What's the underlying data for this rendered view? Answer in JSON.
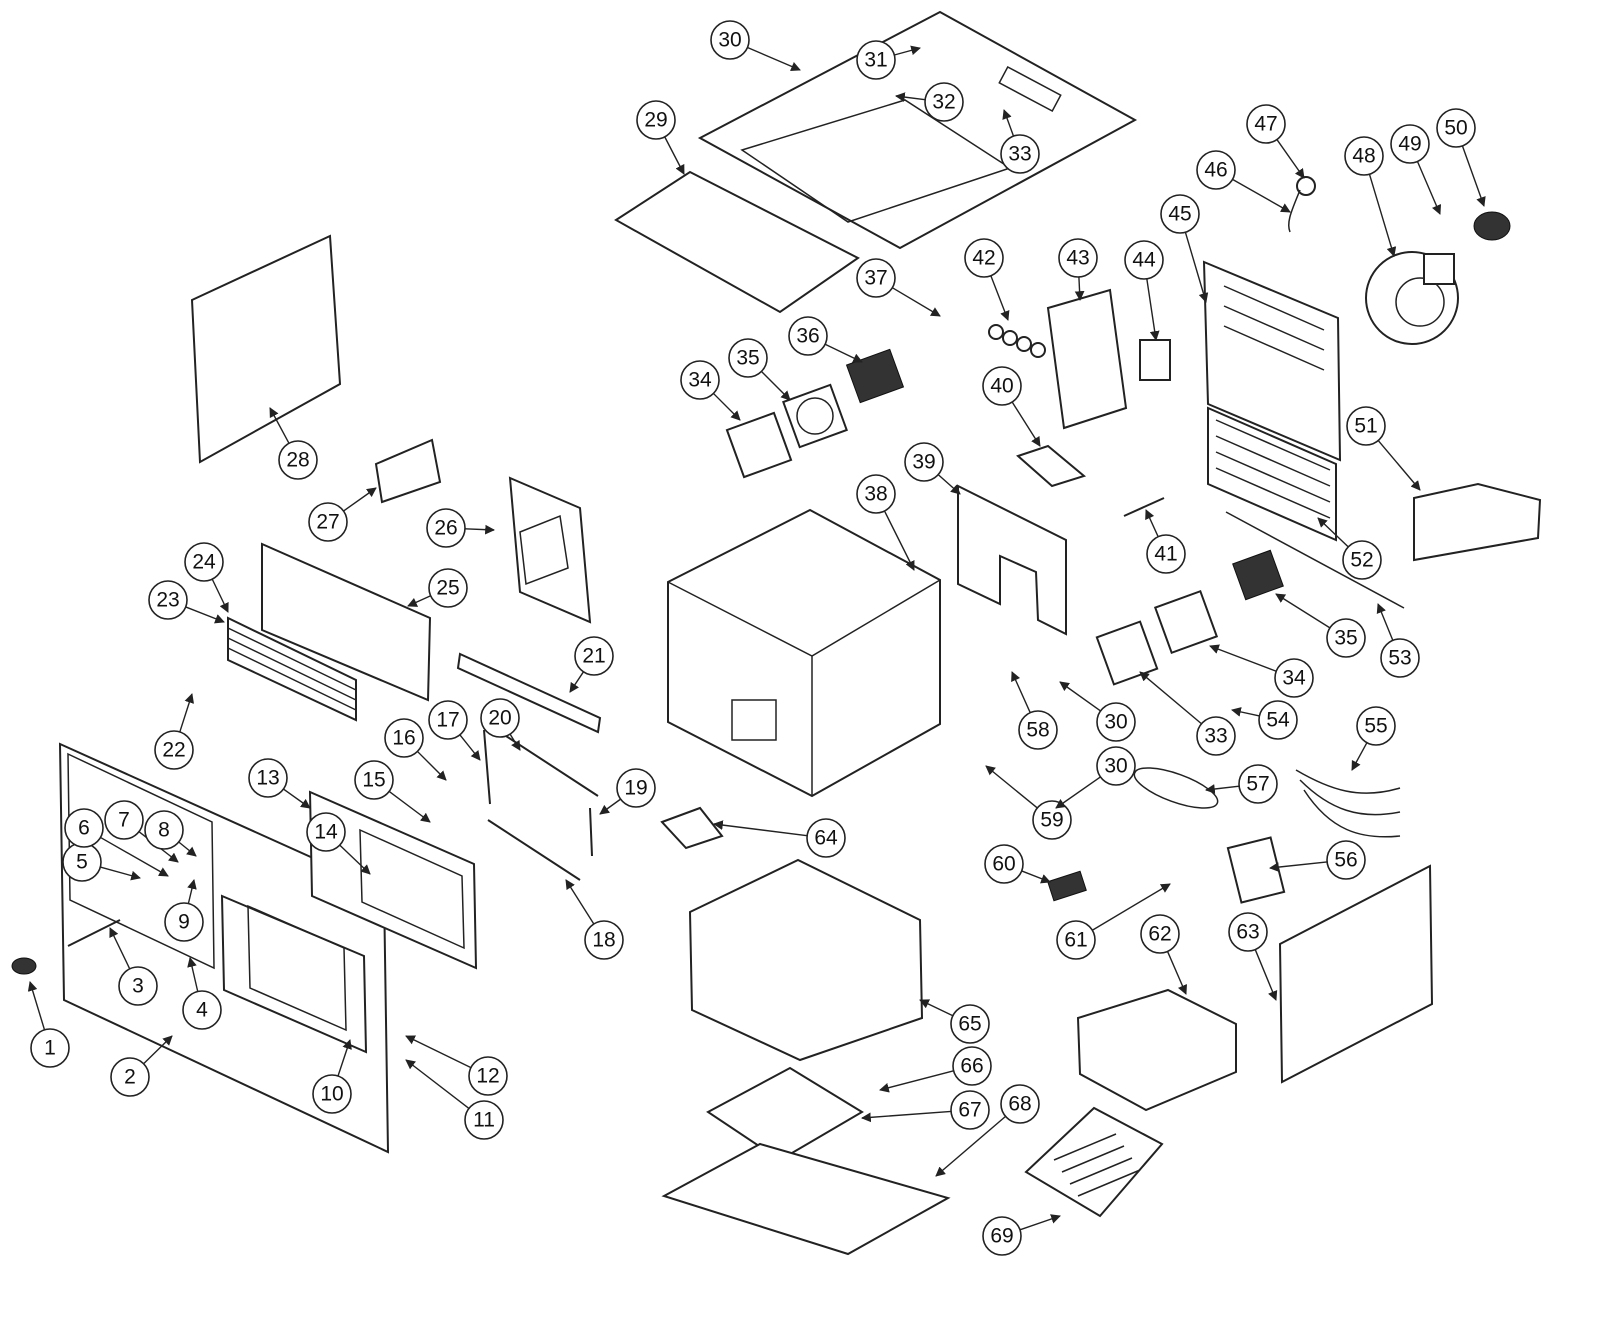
{
  "diagram": {
    "callouts": [
      "1",
      "2",
      "3",
      "4",
      "5",
      "6",
      "7",
      "8",
      "9",
      "10",
      "11",
      "12",
      "13",
      "14",
      "15",
      "16",
      "17",
      "18",
      "19",
      "20",
      "21",
      "22",
      "23",
      "24",
      "25",
      "26",
      "27",
      "28",
      "29",
      "30",
      "31",
      "32",
      "33",
      "34",
      "35",
      "36",
      "37",
      "38",
      "39",
      "40",
      "41",
      "42",
      "43",
      "44",
      "45",
      "46",
      "47",
      "48",
      "49",
      "50",
      "51",
      "52",
      "53",
      "54",
      "55",
      "56",
      "57",
      "58",
      "59",
      "60",
      "61",
      "62",
      "63",
      "64",
      "65",
      "66",
      "67",
      "68",
      "69",
      "30",
      "30",
      "33",
      "34",
      "35"
    ]
  }
}
